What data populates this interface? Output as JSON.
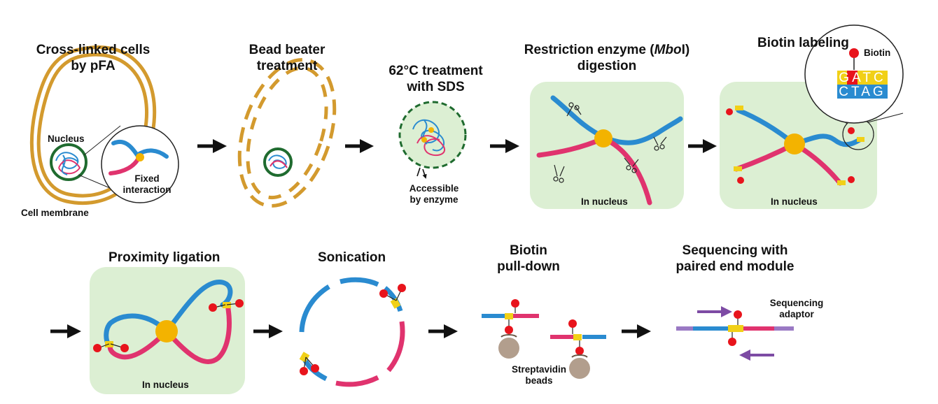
{
  "steps": {
    "crosslink": {
      "title_l1": "Cross-linked cells",
      "title_l2": "by pFA",
      "nucleus": "Nucleus",
      "fixed_l1": "Fixed",
      "fixed_l2": "interaction",
      "membrane": "Cell membrane"
    },
    "bead": {
      "title_l1": "Bead beater",
      "title_l2": "treatment"
    },
    "heat": {
      "title_l1": "62°C treatment",
      "title_l2": "with SDS",
      "note_l1": "Accessible",
      "note_l2": "by enzyme"
    },
    "digest": {
      "title_pre": "Restriction enzyme (",
      "title_enzyme": "Mbo",
      "title_post": "I)",
      "title_l2": "digestion",
      "nucleus": "In nucleus"
    },
    "biotin": {
      "title": "Biotin labeling",
      "biotin": "Biotin",
      "top_seq": [
        "G",
        "A",
        "T",
        "C"
      ],
      "bottom_seq": [
        "C",
        "T",
        "A",
        "G"
      ],
      "nucleus": "In nucleus"
    },
    "ligation": {
      "title": "Proximity ligation",
      "nucleus": "In nucleus"
    },
    "sonication": {
      "title": "Sonication"
    },
    "pulldown": {
      "title_l1": "Biotin",
      "title_l2": "pull-down",
      "beads_l1": "Streptavidin",
      "beads_l2": "beads"
    },
    "sequencing": {
      "title_l1": "Sequencing with",
      "title_l2": "paired end module",
      "adaptor_l1": "Sequencing",
      "adaptor_l2": "adaptor"
    }
  },
  "colors": {
    "blue": "#2a8bd0",
    "blue_light": "#8fcaf0",
    "pink": "#e0336e",
    "pink_light": "#f6a3c2",
    "gold": "#f3b300",
    "membrane": "#d39a2e",
    "green_panel": "#dcefd3",
    "nucleus_ring": "#1f6b2f",
    "biotin": "#e8141c",
    "ligation_yellow": "#f1d017",
    "adaptor": "#9a79c4",
    "arrow_purple": "#7d4ba4",
    "bead": "#b29e8d"
  }
}
